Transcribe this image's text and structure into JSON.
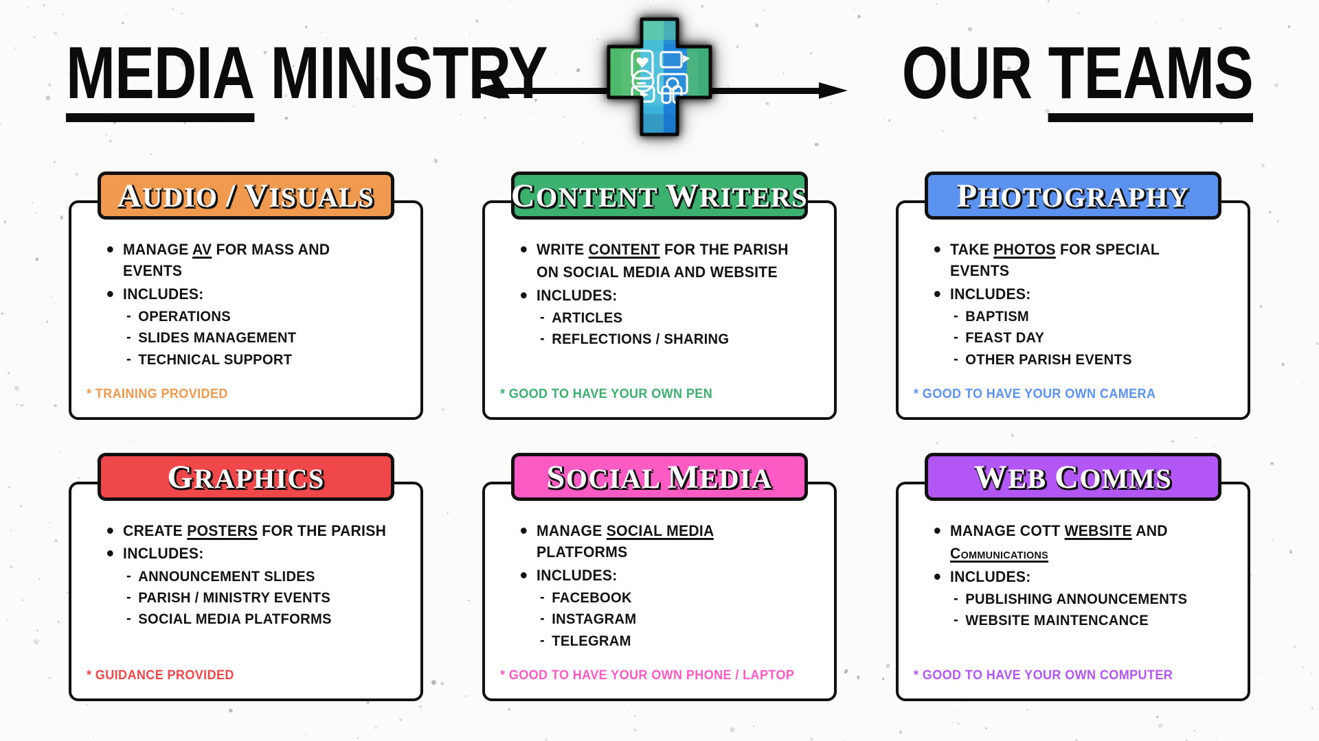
{
  "header": {
    "title_left_part1": "MEDIA",
    "title_left_part2": " MINISTRY",
    "title_right_part1": "OUR ",
    "title_right_part2": "TEAMS",
    "logo_name": "media-ministry-cross-logo"
  },
  "colors": {
    "orange": "#ef9a4e",
    "green": "#3bb06f",
    "blue": "#5b92f0",
    "red": "#f0484a",
    "pink": "#fc5bc3",
    "purple": "#b257f5",
    "ink": "#111111",
    "paper": "#ffffff"
  },
  "cards": [
    {
      "id": "audio-visuals",
      "title": "Audio / Visuals",
      "color": "#ef9a4e",
      "bullets": [
        {
          "pre": "MANAGE ",
          "underline": "AV",
          "post": " FOR MASS AND EVENTS"
        },
        {
          "pre": "INCLUDES:",
          "underline": "",
          "post": ""
        }
      ],
      "sub": [
        "OPERATIONS",
        "SLIDES MANAGEMENT",
        "TECHNICAL SUPPORT"
      ],
      "note": "* TRAINING PROVIDED"
    },
    {
      "id": "content-writers",
      "title": "Content Writers",
      "color": "#3bb06f",
      "bullets": [
        {
          "pre": "WRITE ",
          "underline": "CONTENT",
          "post": " FOR THE PARISH"
        },
        {
          "pre": "ON SOCIAL MEDIA AND WEBSITE",
          "underline": "",
          "post": "",
          "nodot": true
        },
        {
          "pre": "INCLUDES:",
          "underline": "",
          "post": ""
        }
      ],
      "sub": [
        "ARTICLES",
        "REFLECTIONS / SHARING"
      ],
      "note": "* GOOD TO HAVE YOUR OWN PEN"
    },
    {
      "id": "photography",
      "title": "Photography",
      "color": "#5b92f0",
      "bullets": [
        {
          "pre": "TAKE ",
          "underline": "PHOTOS",
          "post": " FOR SPECIAL EVENTS"
        },
        {
          "pre": "INCLUDES:",
          "underline": "",
          "post": ""
        }
      ],
      "sub": [
        "BAPTISM",
        "FEAST DAY",
        "OTHER PARISH EVENTS"
      ],
      "note": "* GOOD TO HAVE YOUR OWN CAMERA"
    },
    {
      "id": "graphics",
      "title": "Graphics",
      "color": "#f0484a",
      "bullets": [
        {
          "pre": "CREATE ",
          "underline": "POSTERS",
          "post": " FOR THE PARISH"
        },
        {
          "pre": "INCLUDES:",
          "underline": "",
          "post": ""
        }
      ],
      "sub": [
        "ANNOUNCEMENT SLIDES",
        "PARISH / MINISTRY EVENTS",
        "SOCIAL MEDIA PLATFORMS"
      ],
      "note": "* GUIDANCE PROVIDED"
    },
    {
      "id": "social-media",
      "title": "Social Media",
      "color": "#fc5bc3",
      "bullets": [
        {
          "pre": "MANAGE ",
          "underline": "SOCIAL MEDIA",
          "post": " PLATFORMS"
        },
        {
          "pre": "INCLUDES:",
          "underline": "",
          "post": ""
        }
      ],
      "sub": [
        "FACEBOOK",
        "INSTAGRAM",
        "TELEGRAM"
      ],
      "note": "* GOOD TO HAVE YOUR OWN PHONE / LAPTOP"
    },
    {
      "id": "web-comms",
      "title": "Web Comms",
      "color": "#b257f5",
      "bullets": [
        {
          "pre": "MANAGE COTT ",
          "underline": "WEBSITE",
          "post": " AND"
        },
        {
          "pre": "",
          "underline": "Communications",
          "post": "",
          "nodot": true,
          "smallcaps": true
        },
        {
          "pre": "INCLUDES:",
          "underline": "",
          "post": ""
        }
      ],
      "sub": [
        "PUBLISHING ANNOUNCEMENTS",
        "WEBSITE MAINTENCANCE"
      ],
      "note": "* GOOD TO HAVE YOUR OWN COMPUTER"
    }
  ]
}
